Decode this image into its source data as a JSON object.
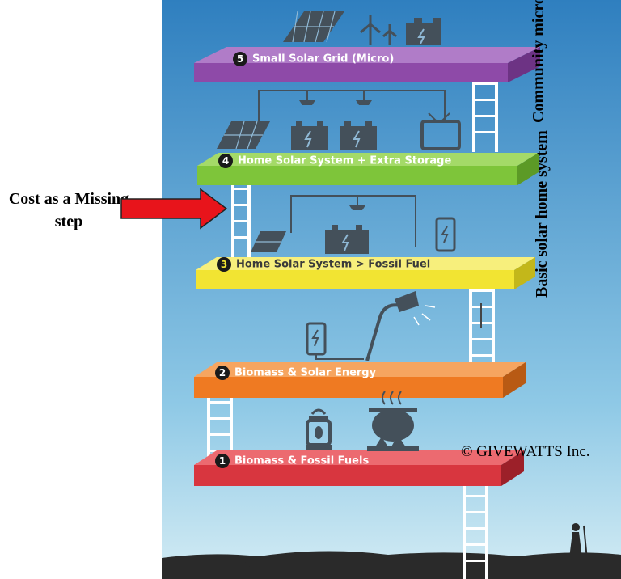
{
  "steps": [
    {
      "number": "1",
      "label": "Biomass & Fossil Fuels"
    },
    {
      "number": "2",
      "label": "Biomass & Solar Energy"
    },
    {
      "number": "3",
      "label": "Home Solar System > Fossil Fuel"
    },
    {
      "number": "4",
      "label": "Home Solar System + Extra Storage"
    },
    {
      "number": "5",
      "label": "Small Solar Grid (Micro)"
    }
  ],
  "side_labels": {
    "community": "Community microgrid",
    "basic": "Basic solar home system"
  },
  "annotation": "Cost as a Missing step",
  "copyright": "© GIVEWATTS Inc.",
  "colors": {
    "sky_top": "#2f7fbf",
    "sky_bottom": "#c9e6f2",
    "step1": "#d8363f",
    "step2": "#ef7a22",
    "step3": "#f2e432",
    "step4": "#7ec53a",
    "step5": "#8e4aa8",
    "arrow": "#e8141b",
    "icons": "#44505a",
    "ladder": "#ffffff"
  },
  "icons": [
    "solar-panel-icon",
    "wind-turbine-icon",
    "factory-icon",
    "ceiling-lamp-icon",
    "battery-icon",
    "tv-icon",
    "phone-icon",
    "street-lamp-icon",
    "lantern-icon",
    "cooking-pot-icon"
  ]
}
